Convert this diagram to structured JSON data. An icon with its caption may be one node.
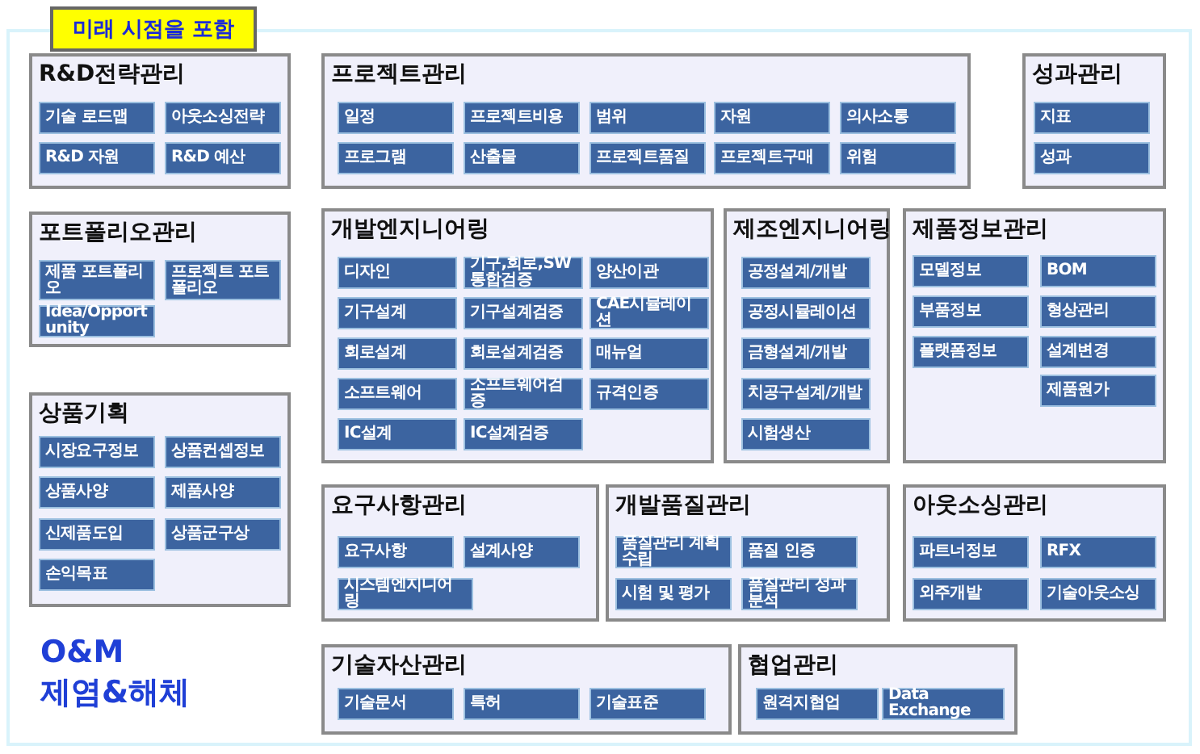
{
  "diagram": {
    "nodes": [
      {
        "text": [
          "R&D전략관리"
        ]
      },
      {
        "text": [
          "기술 로드맵"
        ],
        "in": 0
      },
      {
        "text": [
          "아웃소싱전략"
        ],
        "in": 0
      },
      {
        "text": [
          "R&D 자원"
        ],
        "in": 0
      },
      {
        "text": [
          "R&D 예산"
        ],
        "in": 0
      },
      {
        "text": [
          "프로젝트관리"
        ]
      },
      {
        "text": [
          "일정"
        ],
        "in": 5
      },
      {
        "text": [
          "프로젝트비용"
        ],
        "in": 5
      },
      {
        "text": [
          "범위"
        ],
        "in": 5
      },
      {
        "text": [
          "자원"
        ],
        "in": 5
      },
      {
        "text": [
          "의사소통"
        ],
        "in": 5
      },
      {
        "text": [
          "프로그램"
        ],
        "in": 5
      },
      {
        "text": [
          "산출물"
        ],
        "in": 5
      },
      {
        "text": [
          "프로젝트품질"
        ],
        "in": 5
      },
      {
        "text": [
          "프로젝트구매"
        ],
        "in": 5
      },
      {
        "text": [
          "위험"
        ],
        "in": 5
      },
      {
        "text": [
          "성과관리"
        ]
      },
      {
        "text": [
          "지표"
        ],
        "in": 16
      },
      {
        "text": [
          "성과"
        ],
        "in": 16
      },
      {
        "text": [
          "포트폴리오관리"
        ]
      },
      {
        "text": [
          "제품 포트폴리오"
        ],
        "in": 19
      },
      {
        "text": [
          "프로젝트 포트폴리오"
        ],
        "in": 19
      },
      {
        "text": [
          "Idea/Opportunity"
        ],
        "in": 19
      },
      {
        "text": [
          "개발엔지니어링"
        ]
      },
      {
        "text": [
          "디자인"
        ],
        "in": 23
      },
      {
        "text": [
          "기구,회로,SW 통합검증"
        ],
        "in": 23
      },
      {
        "text": [
          "양산이관"
        ],
        "in": 23
      },
      {
        "text": [
          "기구설계"
        ],
        "in": 23
      },
      {
        "text": [
          "기구설계검증"
        ],
        "in": 23
      },
      {
        "text": [
          "CAE시뮬레이션"
        ],
        "in": 23
      },
      {
        "text": [
          "회로설계"
        ],
        "in": 23
      },
      {
        "text": [
          "회로설계검증"
        ],
        "in": 23
      },
      {
        "text": [
          "매뉴얼"
        ],
        "in": 23
      },
      {
        "text": [
          "소프트웨어"
        ],
        "in": 23
      },
      {
        "text": [
          "소프트웨어검증"
        ],
        "in": 23
      },
      {
        "text": [
          "규격인증"
        ],
        "in": 23
      },
      {
        "text": [
          "IC설계"
        ],
        "in": 23
      },
      {
        "text": [
          "IC설계검증"
        ],
        "in": 23
      },
      {
        "text": [
          "제조엔지니어링"
        ]
      },
      {
        "text": [
          "공정설계/개발"
        ],
        "in": 38
      },
      {
        "text": [
          "공정시뮬레이션"
        ],
        "in": 38
      },
      {
        "text": [
          "금형설계/개발"
        ],
        "in": 38
      },
      {
        "text": [
          "치공구설계/개발"
        ],
        "in": 38
      },
      {
        "text": [
          "시험생산"
        ],
        "in": 38
      },
      {
        "text": [
          "제품정보관리"
        ]
      },
      {
        "text": [
          "모델정보"
        ],
        "in": 44
      },
      {
        "text": [
          "BOM"
        ],
        "in": 44
      },
      {
        "text": [
          "부품정보"
        ],
        "in": 44
      },
      {
        "text": [
          "형상관리"
        ],
        "in": 44
      },
      {
        "text": [
          "플랫폼정보"
        ],
        "in": 44
      },
      {
        "text": [
          "설계변경"
        ],
        "in": 44
      },
      {
        "text": [
          "제품원가"
        ],
        "in": 44
      },
      {
        "text": [
          "상품기획"
        ]
      },
      {
        "text": [
          "시장요구정보"
        ],
        "in": 52
      },
      {
        "text": [
          "상품컨셉정보"
        ],
        "in": 52
      },
      {
        "text": [
          "상품사양"
        ],
        "in": 52
      },
      {
        "text": [
          "제품사양"
        ],
        "in": 52
      },
      {
        "text": [
          "신제품도입"
        ],
        "in": 52
      },
      {
        "text": [
          "상품군구상"
        ],
        "in": 52
      },
      {
        "text": [
          "손익목표"
        ],
        "in": 52
      },
      {
        "text": [
          "요구사항관리"
        ]
      },
      {
        "text": [
          "요구사항"
        ],
        "in": 60
      },
      {
        "text": [
          "설계사양"
        ],
        "in": 60
      },
      {
        "text": [
          "시스템엔지니어링"
        ],
        "in": 60
      },
      {
        "text": [
          "개발품질관리"
        ]
      },
      {
        "text": [
          "품질관리 계획수립"
        ],
        "in": 64
      },
      {
        "text": [
          "품질 인증"
        ],
        "in": 64
      },
      {
        "text": [
          "시험 및 평가"
        ],
        "in": 64
      },
      {
        "text": [
          "품질관리 성과분석"
        ],
        "in": 64
      },
      {
        "text": [
          "아웃소싱관리"
        ]
      },
      {
        "text": [
          "파트너정보"
        ],
        "in": 69
      },
      {
        "text": [
          "RFX"
        ],
        "in": 69
      },
      {
        "text": [
          "외주개발"
        ],
        "in": 69
      },
      {
        "text": [
          "기술아웃소싱"
        ],
        "in": 69
      },
      {
        "text": [
          "기술자산관리"
        ]
      },
      {
        "text": [
          "기술문서"
        ],
        "in": 74
      },
      {
        "text": [
          "특허"
        ],
        "in": 74
      },
      {
        "text": [
          "기술표준"
        ],
        "in": 74
      },
      {
        "text": [
          "협업관리"
        ]
      },
      {
        "text": [
          "원격지협업"
        ],
        "in": 78
      },
      {
        "text": [
          "Data Exchange"
        ],
        "in": 78
      }
    ],
    "labels": [
      "미래 시점을 포함",
      "O&M",
      "제염&해체"
    ]
  }
}
